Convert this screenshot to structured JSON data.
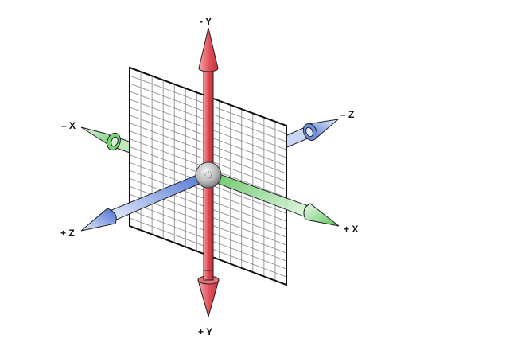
{
  "diagram": {
    "type": "3d-coordinate-axes",
    "description": "Three-dimensional coordinate system with X, Y, Z axes through a central sphere and a gridded XY-style plane",
    "labels": {
      "neg_y": "- Y",
      "pos_y": "+ Y",
      "neg_x": "– X",
      "pos_x": "+ X",
      "neg_z": "– Z",
      "pos_z": "+ Z"
    },
    "colors": {
      "y_axis": "#e0505a",
      "x_axis": "#5cc45c",
      "z_axis": "#4a6fd0",
      "origin_sphere": "#b0b0b0",
      "plane_grid": "#9a9a9a",
      "plane_border": "#111111",
      "background": "#ffffff"
    },
    "plane": {
      "grid_columns": 14,
      "grid_rows": 20
    }
  }
}
